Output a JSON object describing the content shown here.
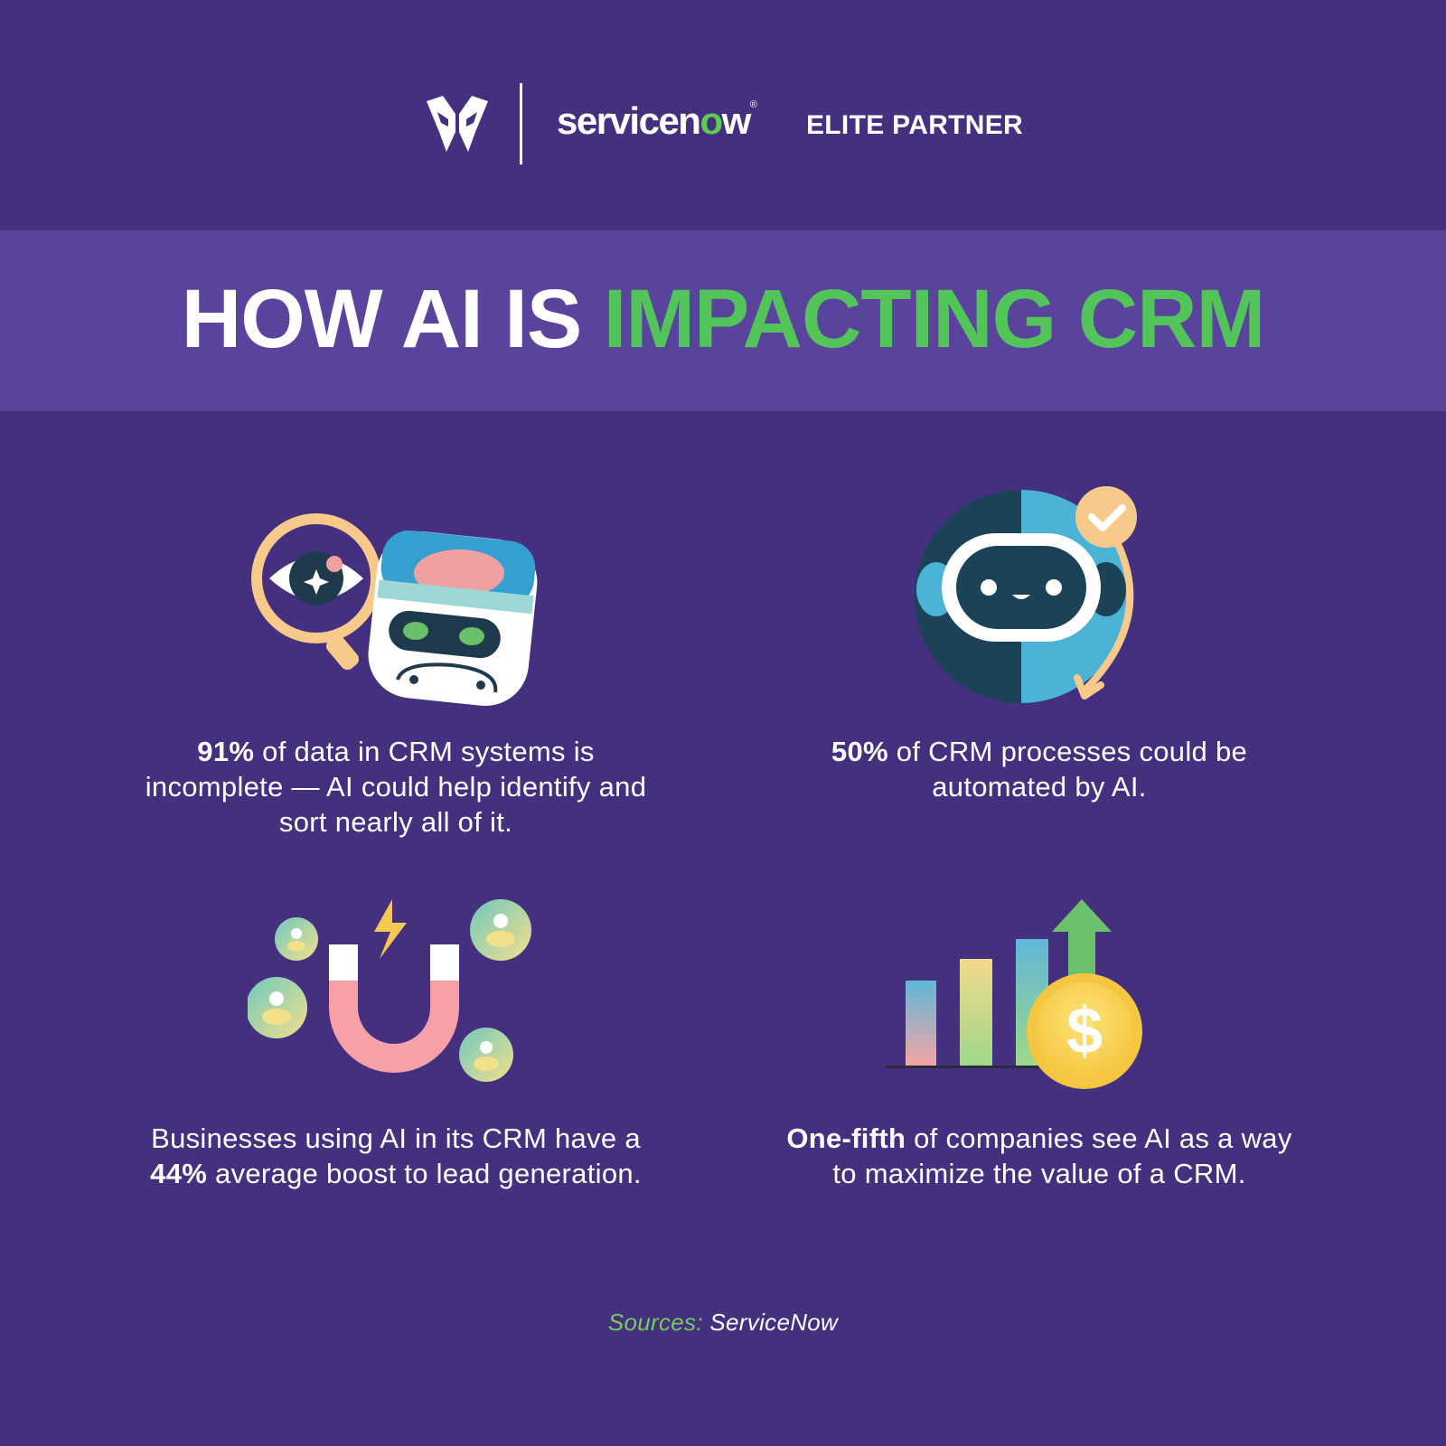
{
  "header": {
    "brand_word_prefix": "servicen",
    "brand_word_o": "o",
    "brand_word_suffix": "w",
    "brand_reg": "®",
    "partner_label": "ELITE PARTNER"
  },
  "title": {
    "white_part": "HOW AI IS ",
    "green_part": "IMPACTING CRM"
  },
  "stats": [
    {
      "icon": "magnifier-eye-robot-icon",
      "bold": "91%",
      "text": " of data in CRM systems is incomplete — AI could help identify and sort nearly all of it."
    },
    {
      "icon": "robot-automation-icon",
      "bold": "50%",
      "text": " of CRM processes could be automated by AI."
    },
    {
      "icon": "magnet-leads-icon",
      "before": "Businesses using AI in its CRM have a ",
      "bold": "44%",
      "after": " average boost to lead generation."
    },
    {
      "icon": "growth-chart-coin-icon",
      "bold": "One-fifth",
      "text": " of companies see AI as a way to maximize the value of a CRM."
    }
  ],
  "sources": {
    "label": "Sources:",
    "value": "ServiceNow"
  },
  "colors": {
    "background": "#45307f",
    "band": "#5a439c",
    "accent_green": "#52c45a",
    "text": "#ffffff"
  }
}
